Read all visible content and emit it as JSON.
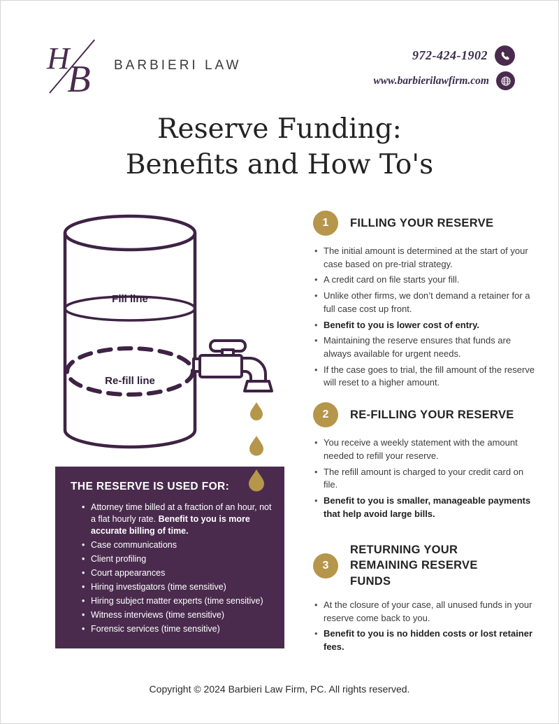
{
  "colors": {
    "purple": "#4a2b4e",
    "gold": "#b5964a",
    "ink": "#232323"
  },
  "brand": {
    "monogram_h": "H",
    "monogram_b": "B",
    "name": "BARBIERI LAW",
    "phone": "972-424-1902",
    "website": "www.barbierilawfirm.com",
    "phone_icon": "phone-icon",
    "globe_icon": "globe-icon"
  },
  "title": {
    "line1": "Reserve Funding:",
    "line2": "Benefits and How To's"
  },
  "illustration": {
    "fill_line_label": "Fill line",
    "refill_line_label": "Re-fill line"
  },
  "reserve_box": {
    "heading": "THE RESERVE IS USED FOR:",
    "bullets": [
      {
        "text": "Attorney time billed at a fraction of an hour, not a flat hourly rate. ",
        "bold": "Benefit to you is more accurate billing of time."
      },
      {
        "text": "Case communications",
        "bold": ""
      },
      {
        "text": "Client profiling",
        "bold": ""
      },
      {
        "text": "Court appearances",
        "bold": ""
      },
      {
        "text": "Hiring investigators (time sensitive)",
        "bold": ""
      },
      {
        "text": "Hiring subject matter experts (time sensitive)",
        "bold": ""
      },
      {
        "text": "Witness interviews (time sensitive)",
        "bold": ""
      },
      {
        "text": "Forensic services (time sensitive)",
        "bold": ""
      }
    ]
  },
  "sections": [
    {
      "number": "1",
      "heading": "FILLING YOUR RESERVE",
      "bullets": [
        {
          "text": "The initial amount is determined at the start of your case based on pre-trial strategy.",
          "bold": ""
        },
        {
          "text": "A credit card on file starts your fill.",
          "bold": ""
        },
        {
          "text": "Unlike other firms, we don’t demand a retainer for a full case cost up front.",
          "bold": ""
        },
        {
          "text": "",
          "bold": "Benefit to you is lower cost of entry."
        },
        {
          "text": "Maintaining the reserve ensures that funds are always available for urgent needs.",
          "bold": ""
        },
        {
          "text": "If the case goes to trial, the fill amount of the reserve will reset to a higher amount.",
          "bold": ""
        }
      ]
    },
    {
      "number": "2",
      "heading": "RE-FILLING YOUR RESERVE",
      "bullets": [
        {
          "text": "You receive a weekly statement with the amount needed to refill your reserve.",
          "bold": ""
        },
        {
          "text": "The refill amount is charged to your credit card on file.",
          "bold": ""
        },
        {
          "text": "",
          "bold": "Benefit to you is smaller, manageable payments that help avoid large bills."
        }
      ]
    },
    {
      "number": "3",
      "heading": "RETURNING YOUR REMAINING RESERVE FUNDS",
      "bullets": [
        {
          "text": "At the closure of your case, all unused funds in your reserve come back to you.",
          "bold": ""
        },
        {
          "text": "",
          "bold": "Benefit to you is no hidden costs or lost retainer fees."
        }
      ]
    }
  ],
  "footer": {
    "copyright": "Copyright © 2024 Barbieri Law Firm, PC. All rights reserved."
  }
}
